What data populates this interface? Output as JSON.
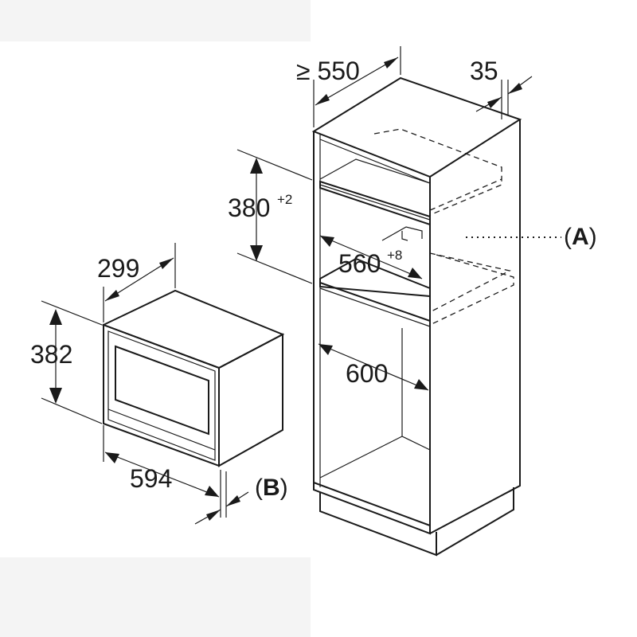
{
  "diagram": {
    "dimensions": {
      "cabinet_depth": "≥ 550",
      "front_offset": "35",
      "niche_height": "380",
      "niche_height_tolerance": "+2",
      "niche_width": "560",
      "niche_width_tolerance": "+8",
      "cabinet_width": "600",
      "appliance_depth": "299",
      "appliance_height": "382",
      "appliance_width": "594"
    },
    "callouts": {
      "a": {
        "open": "(",
        "letter": "A",
        "close": ")"
      },
      "b": {
        "open": "(",
        "letter": "B",
        "close": ")"
      }
    }
  }
}
